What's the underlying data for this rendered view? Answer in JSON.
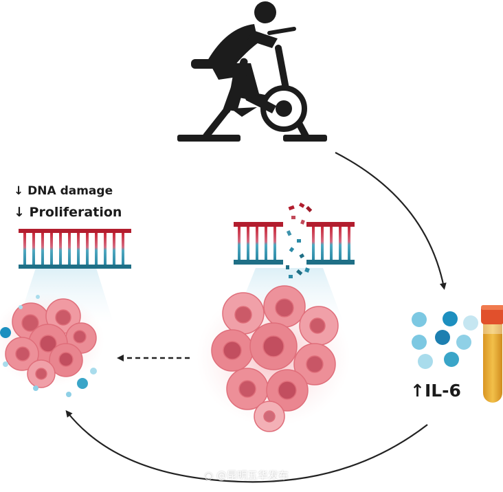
{
  "labels": {
    "dna_damage": "↓ DNA damage",
    "proliferation": "↓ Proliferation",
    "il6": "↑IL-6"
  },
  "watermark": "@昆明五华发布",
  "icons": [
    "exercise-bike-icon",
    "dna-strand-icon",
    "broken-dna-strand-icon",
    "tumor-cell-cluster-icon",
    "il6-molecule-dots-icon",
    "blood-sample-tube-icon",
    "weibo-logo-icon"
  ],
  "colors": {
    "dna_top": "#b21d2e",
    "dna_bottom": "#1f6f86",
    "cell_fill": "#e9858f",
    "cell_nucleus": "#c85666",
    "molecule": "#3aa5c8",
    "tube_fluid": "#e2a62a",
    "tube_cap": "#e1502c",
    "arrow": "#222222"
  }
}
